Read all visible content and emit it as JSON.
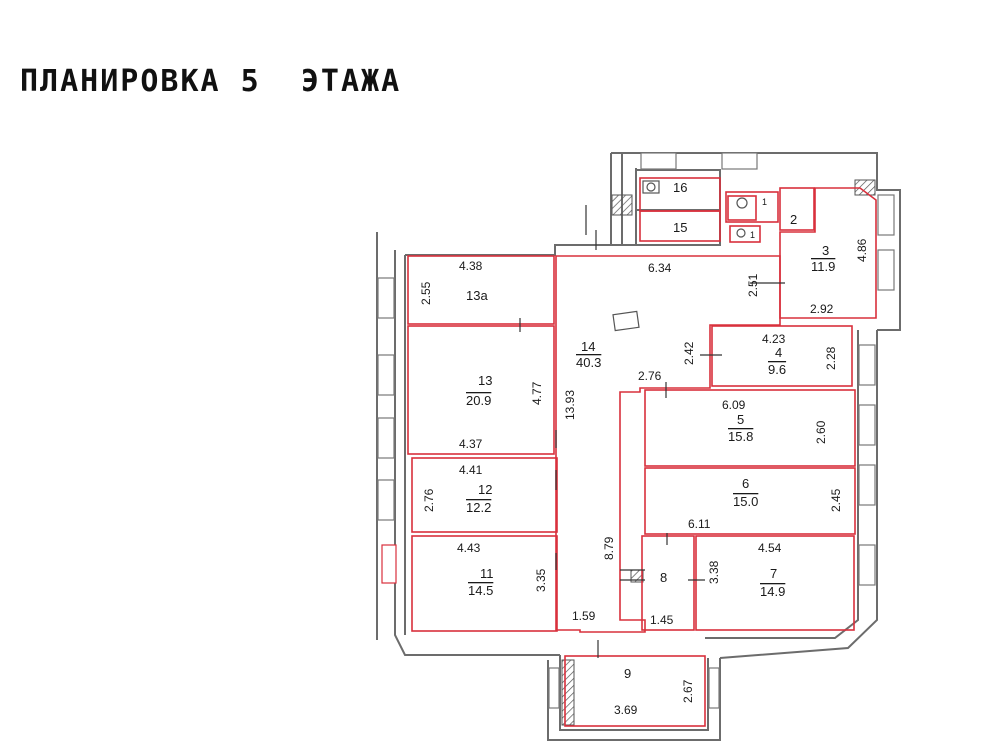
{
  "title": "ПЛАНИРОВКА 5  ЭТАЖА",
  "rooms": {
    "r16": "16",
    "r15": "15",
    "r1": "1",
    "r1b": "1",
    "r2": "2",
    "r3": "3",
    "r3_area": "11.9",
    "r13a": "13a",
    "r14": "14",
    "r14_area": "40.3",
    "r4": "4",
    "r4_area": "9.6",
    "r13": "13",
    "r13_area": "20.9",
    "r5": "5",
    "r5_area": "15.8",
    "r12": "12",
    "r12_area": "12.2",
    "r6": "6",
    "r6_area": "15.0",
    "r11": "11",
    "r11_area": "14.5",
    "r8": "8",
    "r7": "7",
    "r7_area": "14.9",
    "r9": "9"
  },
  "dims": {
    "d_4_86": "4.86",
    "d_4_38": "4.38",
    "d_2_55": "2.55",
    "d_6_34": "6.34",
    "d_2_51": "2.51",
    "d_2_92": "2.92",
    "d_4_23": "4.23",
    "d_2_42": "2.42",
    "d_2_28": "2.28",
    "d_2_76a": "2.76",
    "d_4_77": "4.77",
    "d_13_93": "13.93",
    "d_6_09": "6.09",
    "d_2_60": "2.60",
    "d_4_37": "4.37",
    "d_4_41": "4.41",
    "d_2_76b": "2.76",
    "d_2_45": "2.45",
    "d_6_11": "6.11",
    "d_8_79": "8.79",
    "d_4_43": "4.43",
    "d_3_38": "3.38",
    "d_4_54": "4.54",
    "d_3_35": "3.35",
    "d_1_59": "1.59",
    "d_1_45": "1.45",
    "d_2_67": "2.67",
    "d_3_69": "3.69"
  }
}
